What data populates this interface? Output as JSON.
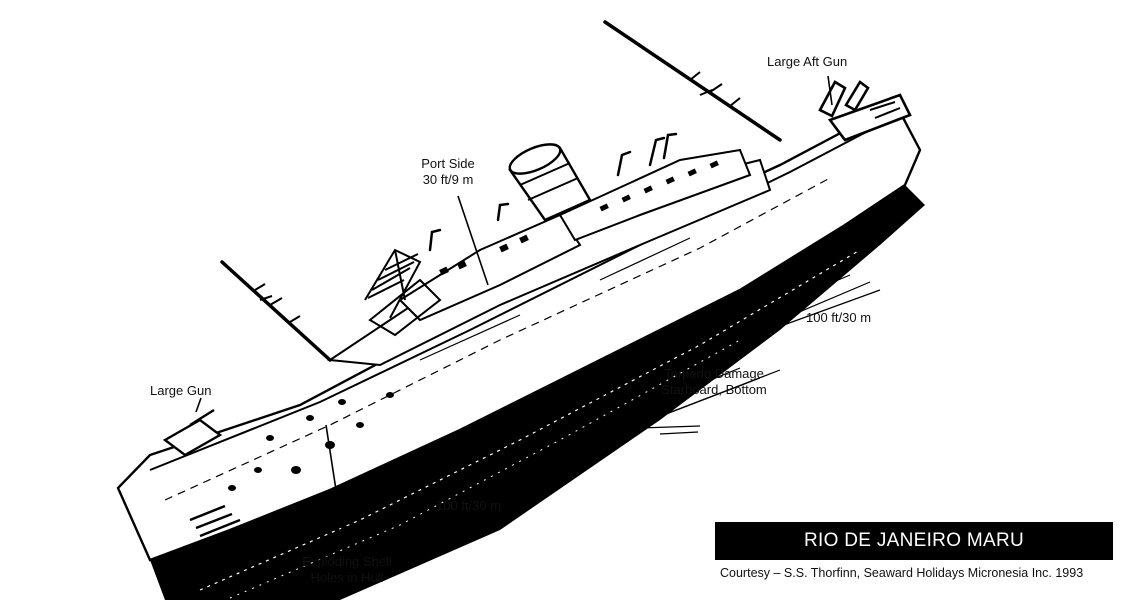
{
  "labels": {
    "large_aft_gun": "Large Aft Gun",
    "port_side_line1": "Port Side",
    "port_side_line2": "30 ft/9 m",
    "depth_stern": "100 ft/30 m",
    "torpedo_line1": "Torpedo Damage",
    "torpedo_line2": "Starboard, Bottom",
    "large_gun": "Large Gun",
    "depth_bow": "100 ft/30 m",
    "shell_line1": "Exploding Shell",
    "shell_line2": "Holes in Hull"
  },
  "title": "RIO DE JANEIRO MARU",
  "credit": "Courtesy – S.S. Thorfinn, Seaward Holidays Micronesia Inc. 1993",
  "colors": {
    "ink": "#111111",
    "title_bg": "#000000",
    "title_fg": "#ffffff"
  }
}
